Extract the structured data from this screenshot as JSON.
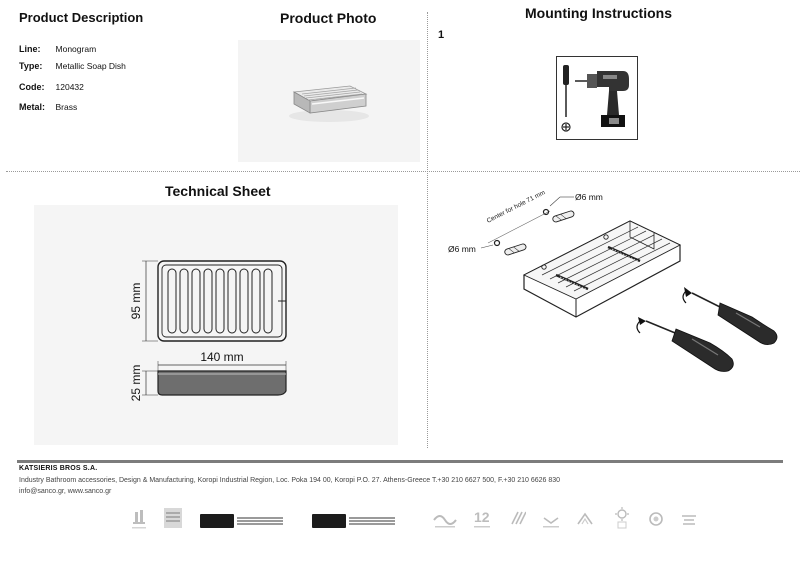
{
  "sections": {
    "description_title": "Product Description",
    "photo_title": "Product Photo",
    "mounting_title": "Mounting Instructions",
    "technical_title": "Technical Sheet"
  },
  "specs": [
    {
      "label": "Line:",
      "value": "Monogram"
    },
    {
      "label": "Type:",
      "value": "Metallic Soap Dish"
    },
    {
      "label": "Code:",
      "value": "120432"
    },
    {
      "label": "Metal:",
      "value": "Brass"
    }
  ],
  "mounting": {
    "step_number": "1",
    "hole_callout_upper": "Ø6 mm",
    "hole_callout_lower": "Ø6 mm",
    "center_label": "Center for hole 71 mm"
  },
  "technical": {
    "width_label": "140 mm",
    "depth_label": "95 mm",
    "height_label": "25 mm"
  },
  "footer": {
    "company": "KATSIERIS BROS S.A.",
    "address": "Industry Bathroom accessories, Design & Manufacturing, Koropi Industrial Region, Loc. Poka 194 00, Koropi P.O. 27. Athens-Greece   T.+30 210 6627 500, F.+30 210 6626 830",
    "web": "info@sanco.gr, www.sanco.gr"
  },
  "colors": {
    "divider": "#9a9a9a",
    "footer_bar": "#7c7c7c",
    "drawing_stroke": "#222222"
  }
}
